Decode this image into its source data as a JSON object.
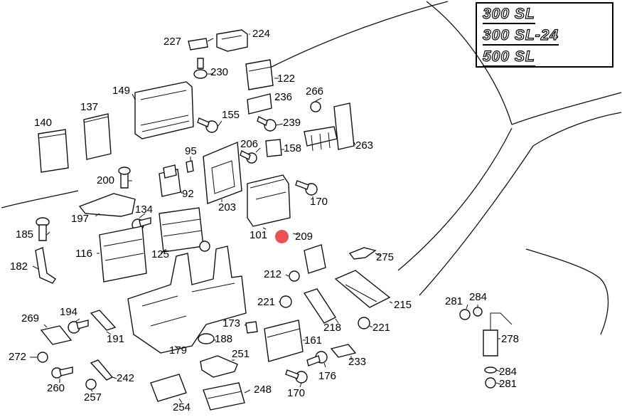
{
  "models": [
    "300 SL",
    "300 SL-24",
    "500 SL"
  ],
  "hotspot_color": "#e8524f",
  "labels": {
    "l224": "224",
    "l227": "227",
    "l230": "230",
    "l122": "122",
    "l149": "149",
    "l236": "236",
    "l155": "155",
    "l266": "266",
    "l137": "137",
    "l140": "140",
    "l239": "239",
    "l263": "263",
    "l206": "206",
    "l158": "158",
    "l95": "95",
    "l200": "200",
    "l92": "92",
    "l170a": "170",
    "l203": "203",
    "l134": "134",
    "l197": "197",
    "l185": "185",
    "l101": "101",
    "l209": "209",
    "l116": "116",
    "l125": "125",
    "l275": "275",
    "l182": "182",
    "l212": "212",
    "l221a": "221",
    "l215": "215",
    "l281a": "281",
    "l284a": "284",
    "l269": "269",
    "l194": "194",
    "l173": "173",
    "l218": "218",
    "l221b": "221",
    "l278": "278",
    "l191": "191",
    "l188": "188",
    "l161": "161",
    "l179": "179",
    "l251": "251",
    "l272": "272",
    "l176": "176",
    "l233": "233",
    "l242": "242",
    "l284b": "284",
    "l260": "260",
    "l170b": "170",
    "l281b": "281",
    "l257": "257",
    "l248": "248",
    "l254": "254"
  }
}
